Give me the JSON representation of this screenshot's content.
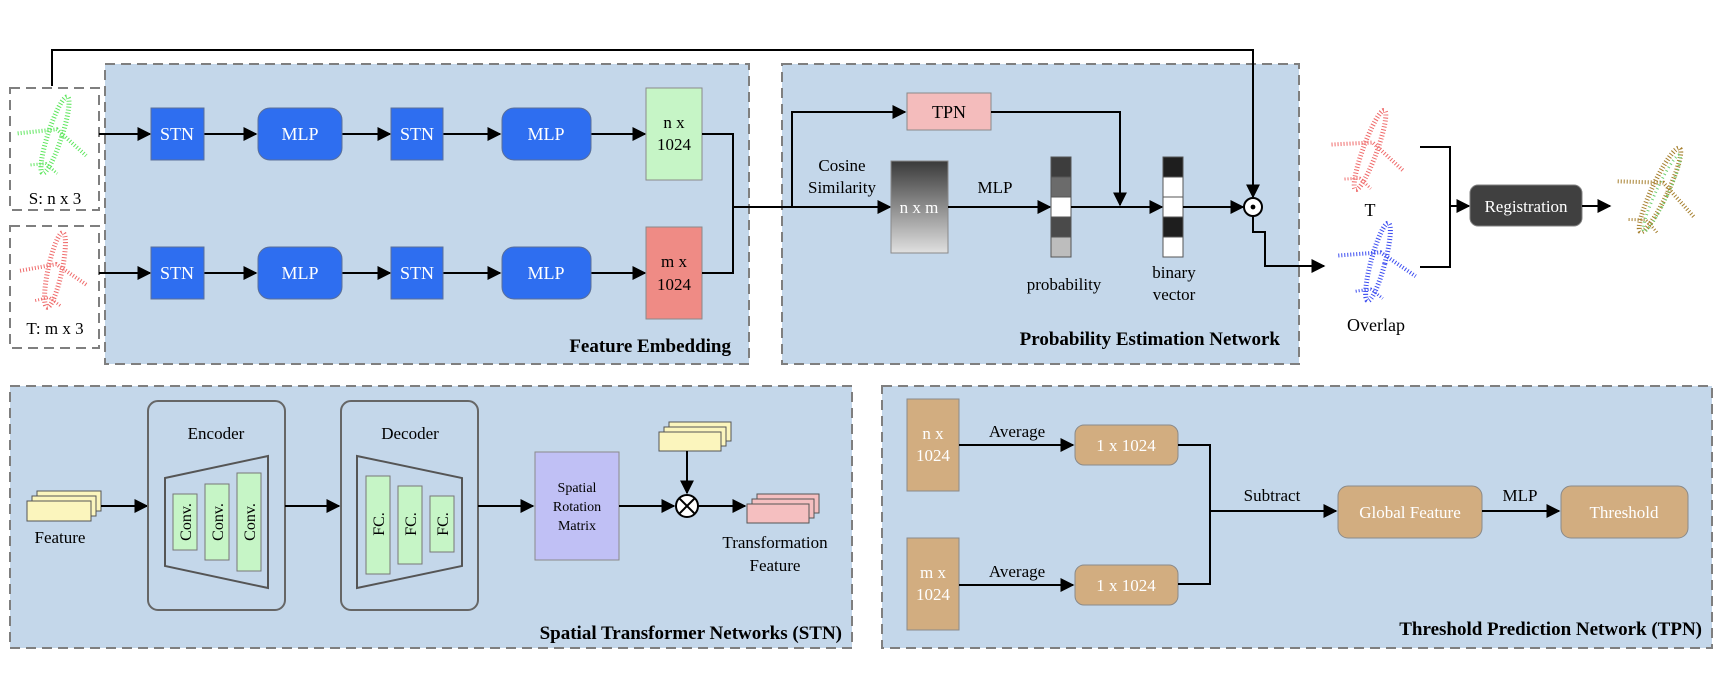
{
  "colors": {
    "panel_fill": "#c4d7ea",
    "panel_border": "#7f7f7f",
    "blue_block": "#2e6ef0",
    "green_feat": "#c6f5c6",
    "red_feat": "#ef8b85",
    "tpn_box": "#f4bcbc",
    "spatial_matrix": "#c0c0f5",
    "tan_box": "#d2ad80",
    "yellow_feat": "#fbf5bd",
    "pink_feat": "#f5bfc0",
    "dark_box": "#404040",
    "white": "#ffffff"
  },
  "inputs": {
    "source_label": "S: n x 3",
    "target_label": "T: m x 3",
    "source_icon": "green-airplane-point-cloud",
    "target_icon": "red-airplane-point-cloud"
  },
  "feature_embedding": {
    "title": "Feature Embedding",
    "row1": [
      "STN",
      "MLP",
      "STN",
      "MLP"
    ],
    "row2": [
      "STN",
      "MLP",
      "STN",
      "MLP"
    ],
    "out1_line1": "n x",
    "out1_line2": "1024",
    "out2_line1": "m x",
    "out2_line2": "1024"
  },
  "probability_network": {
    "title": "Probability Estimation Network",
    "tpn_label": "TPN",
    "cosine_line1": "Cosine",
    "cosine_line2": "Similarity",
    "matrix_label": "n x m",
    "mlp_label": "MLP",
    "probability_label": "probability",
    "binary_line1": "binary",
    "binary_line2": "vector"
  },
  "output": {
    "t_label": "T",
    "overlap_label": "Overlap",
    "registration_label": "Registration",
    "t_icon": "red-airplane-point-cloud",
    "overlap_icon": "blue-airplane-point-cloud",
    "result_icon": "registered-airplane-point-cloud"
  },
  "stn": {
    "title": "Spatial Transformer Networks (STN)",
    "feature_label": "Feature",
    "encoder_label": "Encoder",
    "decoder_label": "Decoder",
    "conv_labels": [
      "Conv.",
      "Conv.",
      "Conv."
    ],
    "fc_labels": [
      "FC.",
      "FC.",
      "FC."
    ],
    "matrix_line1": "Spatial",
    "matrix_line2": "Rotation",
    "matrix_line3": "Matrix",
    "transformation_line1": "Transformation",
    "transformation_line2": "Feature"
  },
  "tpn": {
    "title": "Threshold Prediction Network (TPN)",
    "in1_line1": "n x",
    "in1_line2": "1024",
    "in2_line1": "m x",
    "in2_line2": "1024",
    "average1": "Average",
    "average2": "Average",
    "pooled1": "1 x 1024",
    "pooled2": "1 x 1024",
    "subtract_label": "Subtract",
    "global_feature": "Global Feature",
    "mlp_label": "MLP",
    "threshold": "Threshold"
  }
}
